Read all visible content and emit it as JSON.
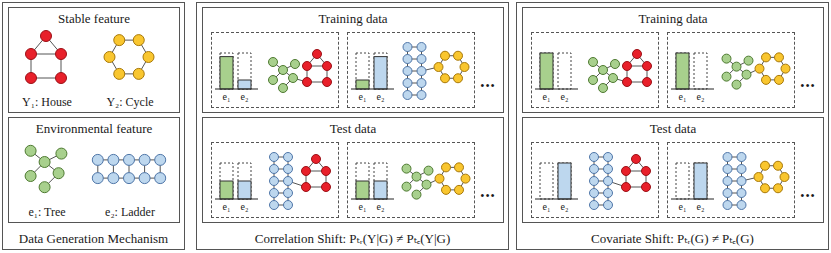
{
  "diagram": {
    "nodes": [
      {
        "text": [
          "Data Generation Mechanism"
        ]
      },
      {
        "text": [
          "Stable feature",
          "Y₁: House",
          "Y₂: Cycle"
        ],
        "in": 0
      },
      {
        "text": [
          "Environmental feature",
          "e₁: Tree",
          "e₂: Ladder"
        ],
        "in": 0
      },
      {
        "text": [
          "Correlation Shift: Pₜᵣ(Y|G) ≠ Pₜₑ(Y|G)"
        ]
      },
      {
        "text": [
          "Training data"
        ],
        "in": 3
      },
      {
        "text": [
          "e₁",
          "e₂"
        ],
        "in": 4
      },
      {
        "text": [
          "e₁",
          "e₂"
        ],
        "in": 4
      },
      {
        "text": [
          "Test data"
        ],
        "in": 3
      },
      {
        "text": [
          "e₁",
          "e₂"
        ],
        "in": 7
      },
      {
        "text": [
          "e₁",
          "e₂"
        ],
        "in": 7
      },
      {
        "text": [
          "Covariate Shift: Pₜᵣ(G) ≠ Pₜₑ(G)"
        ]
      },
      {
        "text": [
          "Training data"
        ],
        "in": 10
      },
      {
        "text": [
          "e₁",
          "e₂"
        ],
        "in": 11
      },
      {
        "text": [
          "e₁",
          "e₂"
        ],
        "in": 11
      },
      {
        "text": [
          "Test data"
        ],
        "in": 10
      },
      {
        "text": [
          "e₁",
          "e₂"
        ],
        "in": 14
      },
      {
        "text": [
          "e₁",
          "e₂"
        ],
        "in": 14
      }
    ],
    "labels": [
      "•••",
      "•••",
      "•••",
      "•••"
    ]
  }
}
